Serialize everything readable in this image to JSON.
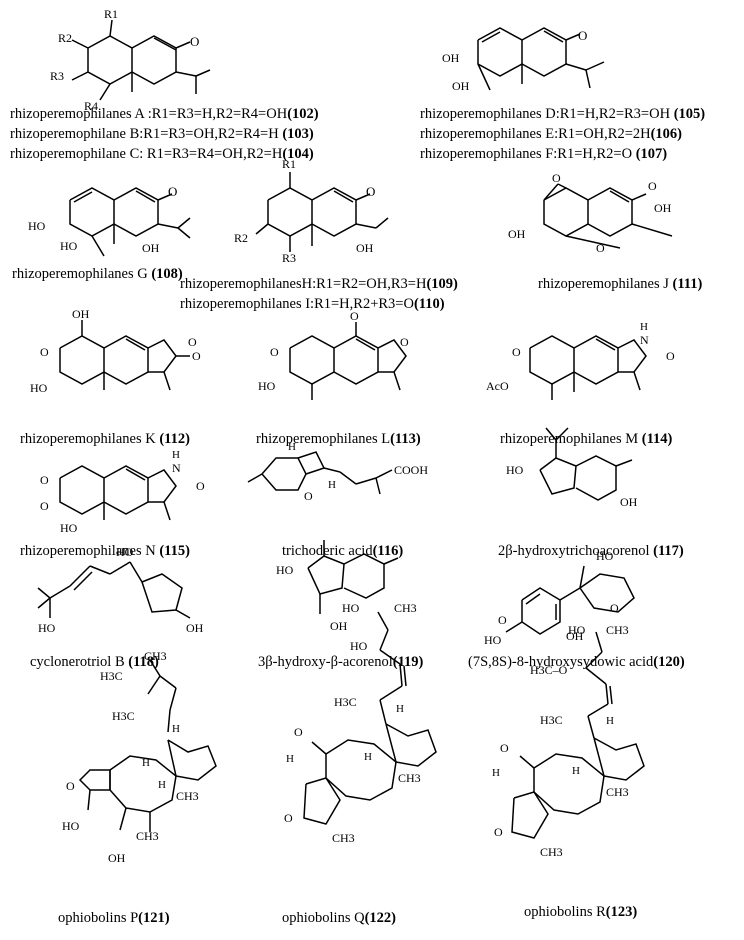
{
  "compounds": [
    {
      "lines": [
        {
          "text": "rhizoperemophilanes A :R1=R3=H,R2=R4=OH",
          "num": "(102)"
        },
        {
          "text": "rhizoperemophilane B:R1=R3=OH,R2=R4=H ",
          "num": "(103)"
        },
        {
          "text": "rhizoperemophilane C: R1=R3=R4=OH,R2=H",
          "num": "(104)"
        }
      ]
    },
    {
      "lines": [
        {
          "text": "rhizoperemophilanes D:R1=H,R2=R3=OH ",
          "num": "(105)"
        },
        {
          "text": "rhizoperemophilanes E:R1=OH,R2=2H",
          "num": "(106)"
        },
        {
          "text": "rhizoperemophilanes F:R1=H,R2=O ",
          "num": "(107)"
        }
      ]
    },
    {
      "lines": [
        {
          "text": "rhizoperemophilanes G ",
          "num": "(108)"
        }
      ]
    },
    {
      "lines": [
        {
          "text": "rhizoperemophilanesH:R1=R2=OH,R3=H",
          "num": "(109)"
        },
        {
          "text": "rhizoperemophilanes I:R1=H,R2+R3=O",
          "num": "(110)"
        }
      ]
    },
    {
      "lines": [
        {
          "text": "rhizoperemophilanes J ",
          "num": "(111)"
        }
      ]
    },
    {
      "lines": [
        {
          "text": "rhizoperemophilanes K ",
          "num": "(112)"
        }
      ]
    },
    {
      "lines": [
        {
          "text": "rhizoperemophilanes L",
          "num": "(113)"
        }
      ]
    },
    {
      "lines": [
        {
          "text": "rhizoperemophilanes M ",
          "num": "(114)"
        }
      ]
    },
    {
      "lines": [
        {
          "text": "rhizoperemophilanes N ",
          "num": "(115)"
        }
      ]
    },
    {
      "lines": [
        {
          "text": "trichoderic acid",
          "num": "(116)"
        }
      ]
    },
    {
      "lines": [
        {
          "text": "2β-hydroxytrichoacorenol ",
          "num": "(117)"
        }
      ]
    },
    {
      "lines": [
        {
          "text": "cyclonerotriol B ",
          "num": "(118)"
        }
      ]
    },
    {
      "lines": [
        {
          "text": "3β-hydroxy-β-acorenol",
          "num": "(119)"
        }
      ]
    },
    {
      "lines": [
        {
          "text": "(7S,8S)-8-hydroxysydowic acid",
          "num": "(120)"
        }
      ]
    },
    {
      "lines": [
        {
          "text": "ophiobolins P",
          "num": "(121)"
        }
      ]
    },
    {
      "lines": [
        {
          "text": "ophiobolins Q",
          "num": "(122)"
        }
      ]
    },
    {
      "lines": [
        {
          "text": "ophiobolins R",
          "num": "(123)"
        }
      ]
    }
  ],
  "atoms": {
    "r1": "R1",
    "r2": "R2",
    "r3": "R3",
    "r4": "R4",
    "o": "O",
    "oh": "OH",
    "ho": "HO",
    "h": "H",
    "h3c": "H3C",
    "ch3": "CH3",
    "nh": "H",
    "n": "N",
    "aco": "AcO",
    "cooh": "COOH",
    "ome": "H3C–O"
  }
}
